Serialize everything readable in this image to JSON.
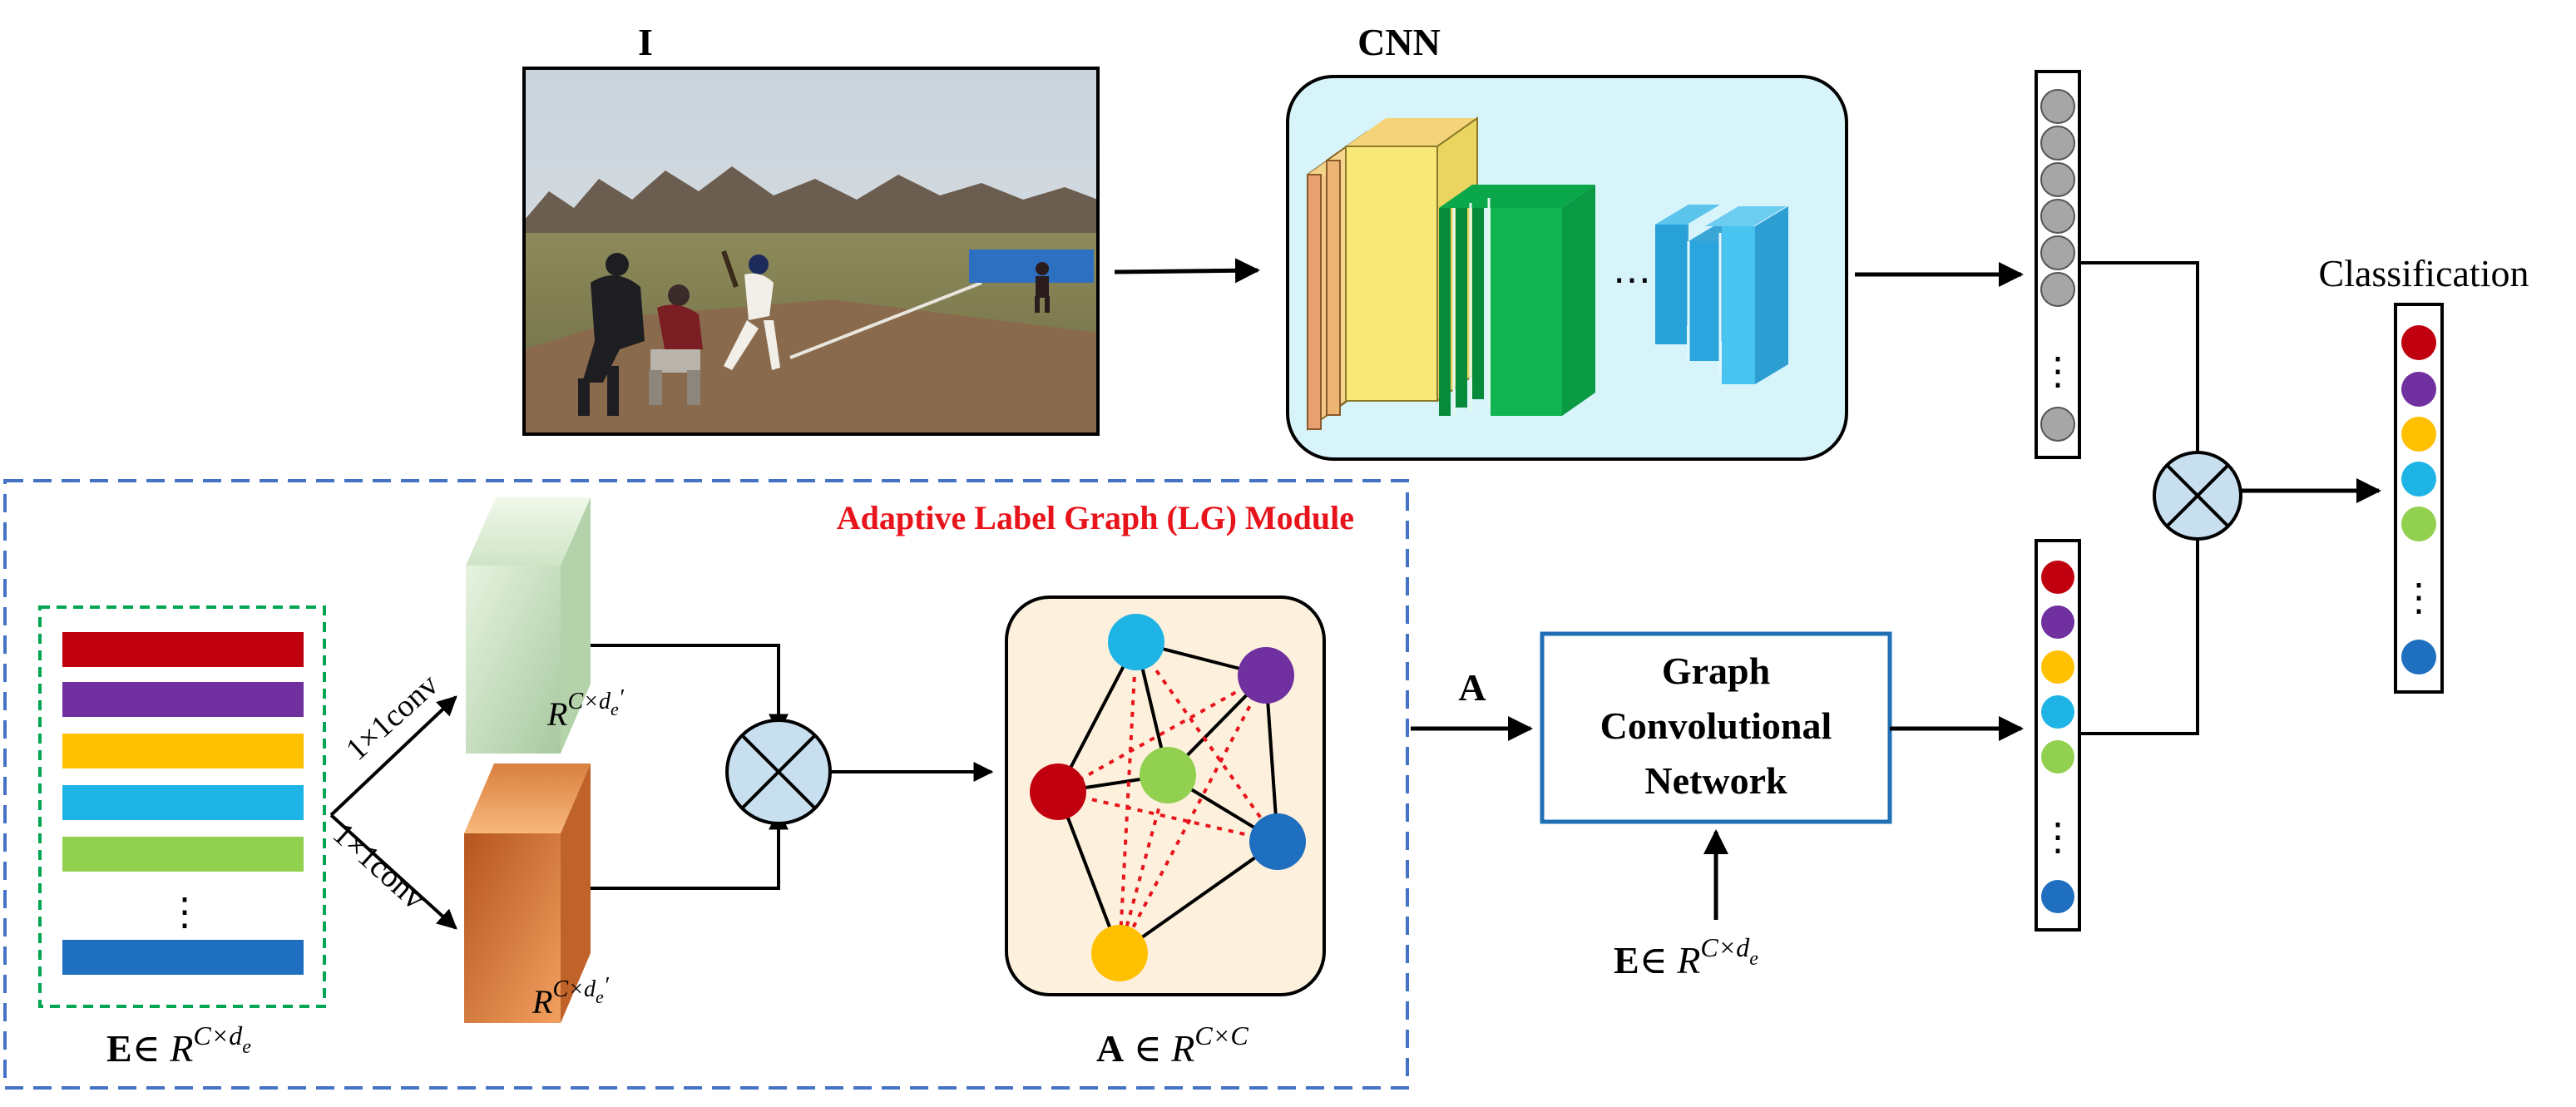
{
  "input": {
    "label": "I",
    "image_alt": "baseball game photo"
  },
  "cnn": {
    "label": "CNN",
    "ellipsis": "⋯"
  },
  "lg_module": {
    "title": "Adaptive Label Graph (LG) Module",
    "title_color": "#e8141b",
    "conv_top": "1×1conv",
    "conv_bottom": "1×1conv",
    "embed_label_bold": "E",
    "embed_label_math": "∈ R",
    "embed_label_sup": "C×d",
    "embed_label_sub": "e",
    "proj_top_label": "R",
    "proj_top_sup": "C×d",
    "proj_top_sub": "e",
    "proj_top_prime": "′",
    "proj_bottom_label": "R",
    "proj_bottom_sup": "C×d",
    "proj_bottom_sub": "e",
    "proj_bottom_prime": "′",
    "graph_label_bold": "A",
    "graph_label_math": " ∈ R",
    "graph_label_sup": "C×C",
    "ellipsis": "⋮"
  },
  "gcn": {
    "line1": "Graph",
    "line2": "Convolutional",
    "line3": "Network",
    "input_a": "A",
    "input_e_bold": "E",
    "input_e_math": "∈ R",
    "input_e_sup": "C×d",
    "input_e_sub": "e"
  },
  "output": {
    "label": "Classification",
    "ellipsis": "⋮"
  },
  "colors": {
    "red": "#c0000f",
    "purple": "#7030a0",
    "yellow": "#ffc000",
    "cyan": "#1fb4e6",
    "green": "#92d050",
    "blue": "#1f6fc0",
    "gray": "#a6a6a6",
    "frame_blue": "#4472c4",
    "frame_green": "#00a651",
    "gcn_border": "#1f6fb4",
    "cnn_bg": "#d7f4fb",
    "graph_bg": "#fdf0dc"
  }
}
